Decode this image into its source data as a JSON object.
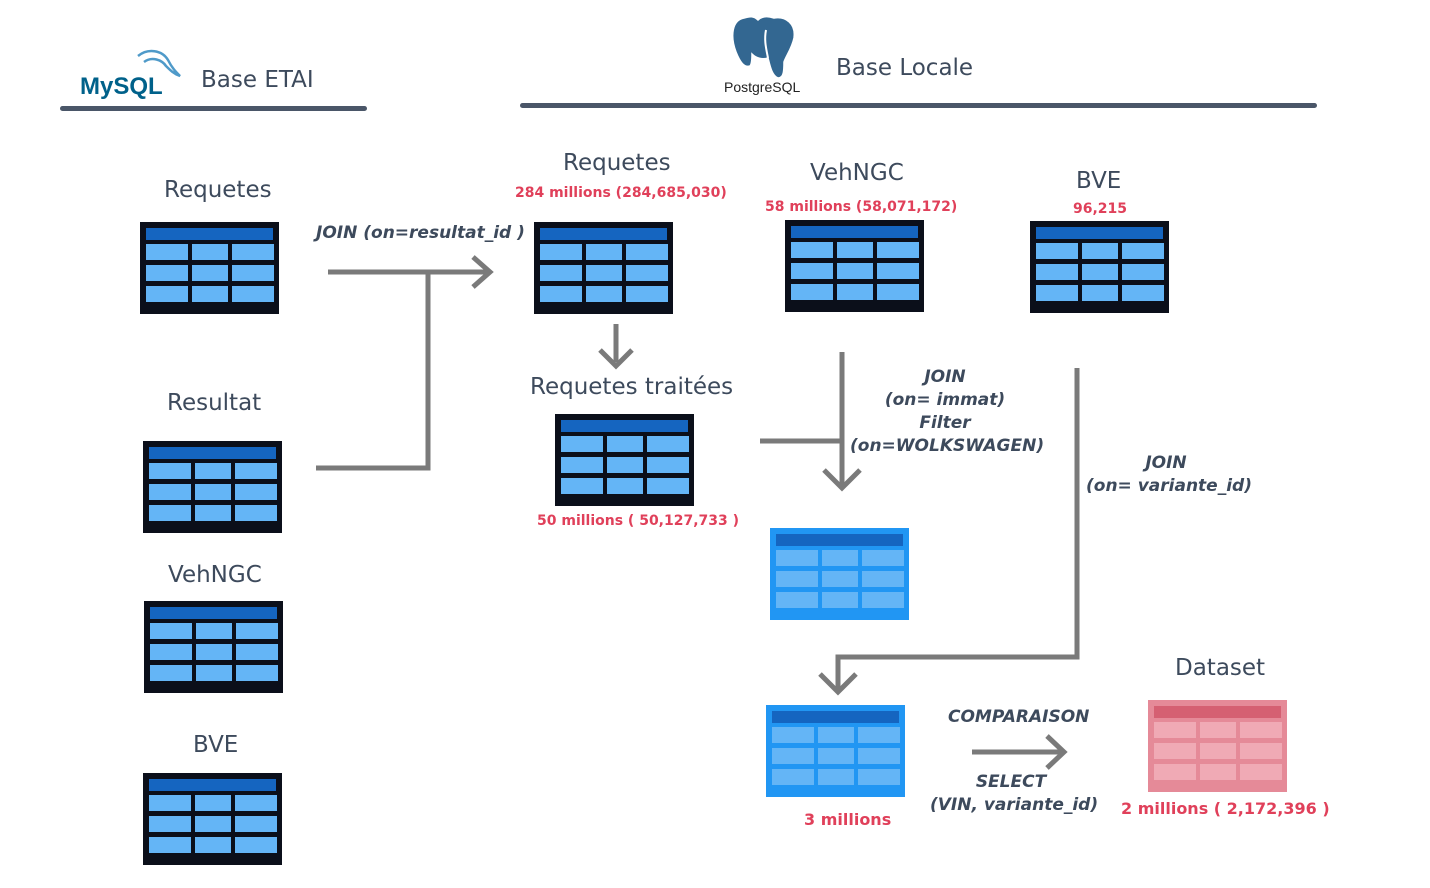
{
  "sources": {
    "mysql": {
      "logo_text": "MySQL",
      "name": "Base ETAI"
    },
    "postgres": {
      "logo_text": "PostgreSQL",
      "name": "Base Locale"
    }
  },
  "etai_tables": [
    {
      "name": "Requetes"
    },
    {
      "name": "Resultat"
    },
    {
      "name": "VehNGC"
    },
    {
      "name": "BVE"
    }
  ],
  "local_tables": {
    "requetes": {
      "name": "Requetes",
      "count": "284 millions (284,685,030)"
    },
    "vehngc": {
      "name": "VehNGC",
      "count": "58 millions (58,071,172)"
    },
    "bve": {
      "name": "BVE",
      "count": "96,215"
    },
    "requetes_traitees": {
      "name": "Requetes traitées",
      "count": "50 millions ( 50,127,733 )"
    },
    "intermediate": {
      "count": "3 millions"
    },
    "dataset": {
      "name": "Dataset",
      "count": "2 millions ( 2,172,396 )"
    }
  },
  "operations": {
    "join_resultat": "JOIN (on=resultat_id )",
    "join_immat": [
      "JOIN",
      "(on= immat)",
      "Filter",
      "(on=WOLKSWAGEN)"
    ],
    "join_variante": [
      "JOIN",
      "(on= variante_id)"
    ],
    "comparaison": "COMPARAISON",
    "select": [
      "SELECT",
      "(VIN, variante_id)"
    ]
  },
  "colors": {
    "table_dark_frame": "#0b0f1a",
    "table_header": "#1565c0",
    "table_cell": "#64b5f6",
    "blue_frame": "#2196f3",
    "blue_header": "#1565c0",
    "blue_cell": "#64b5f6",
    "pink_frame": "#e58a98",
    "pink_header": "#d56072",
    "pink_cell": "#f0aab5",
    "arrow": "#7a7a7a",
    "count_red": "#e0405a"
  }
}
